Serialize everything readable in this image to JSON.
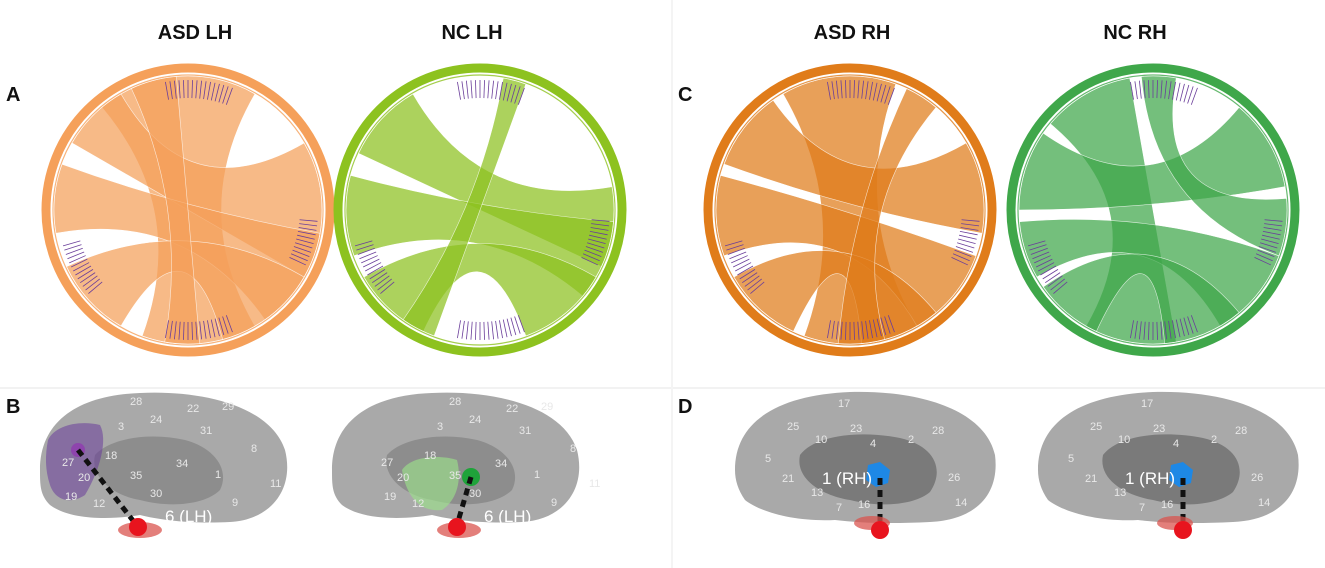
{
  "titles": {
    "asd_lh": "ASD LH",
    "nc_lh": "NC LH",
    "asd_rh": "ASD RH",
    "nc_rh": "NC RH"
  },
  "letters": {
    "a": "A",
    "b": "B",
    "c": "C",
    "d": "D"
  },
  "colors": {
    "asd_lh": "#f5a05a",
    "nc_lh": "#8dc21f",
    "asd_rh": "#e07c1a",
    "nc_rh": "#3fa74a",
    "brain": "#a9a9a9",
    "seed": "#e8141e",
    "roi_purple": "#6a3d9a",
    "roi_green": "#2ca02c",
    "roi_blue": "#1e88e5",
    "tick": "#6a3d9a"
  },
  "brains": {
    "lh_asd": {
      "seed_label": "6 (LH)",
      "labels": [
        "28",
        "22",
        "29",
        "3",
        "24",
        "31",
        "27",
        "18",
        "8",
        "35",
        "34",
        "1",
        "20",
        "30",
        "19",
        "12",
        "9",
        "11"
      ]
    },
    "lh_nc": {
      "seed_label": "6 (LH)",
      "labels": [
        "28",
        "22",
        "29",
        "3",
        "24",
        "31",
        "27",
        "18",
        "8",
        "35",
        "34",
        "1",
        "20",
        "30",
        "19",
        "12",
        "9",
        "11"
      ]
    },
    "rh_asd": {
      "seed_label": "1 (RH)",
      "labels": [
        "17",
        "25",
        "23",
        "28",
        "10",
        "4",
        "2",
        "5",
        "26",
        "21",
        "13",
        "14",
        "7",
        "16"
      ]
    },
    "rh_nc": {
      "seed_label": "1 (RH)",
      "labels": [
        "17",
        "25",
        "23",
        "28",
        "10",
        "4",
        "2",
        "5",
        "26",
        "21",
        "13",
        "14",
        "7",
        "16"
      ]
    }
  }
}
